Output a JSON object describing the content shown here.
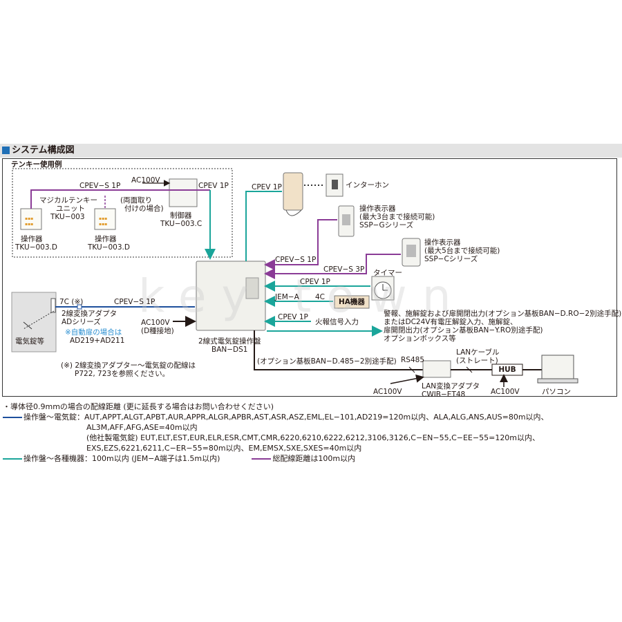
{
  "header": {
    "title": "システム構成図"
  },
  "tenkey_label": "テンキー使用例",
  "labels": {
    "ac100v_top": "AC100V",
    "cpevs1p_top": "CPEV−S 1P",
    "cpev1p_top": "CPEV 1P",
    "magical_tenkey": "マジカルテンキー",
    "unit": "ユニット",
    "tku003": "TKU−003",
    "ryomen": "(両面取り",
    "tsuke": "付けの場合)",
    "seigyoki": "制御器",
    "tku003c": "TKU−003.C",
    "sosaki1": "操作器",
    "tku003d1": "TKU−003.D",
    "sosaki2": "操作器",
    "tku003d2": "TKU−003.D",
    "cpev1p_intercom": "CPEV 1P",
    "intercom": "インターホン",
    "ssp_g_1": "操作表示器",
    "ssp_g_2": "(最大3台まで接続可能)",
    "ssp_g_3": "SSP−Gシリーズ",
    "ssp_c_1": "操作表示器",
    "ssp_c_2": "(最大5台まで接続可能)",
    "ssp_c_3": "SSP−Cシリーズ",
    "cpevs1p_mid": "CPEV−S 1P",
    "cpevs3p": "CPEV−S 3P",
    "timer": "タイマー",
    "cpev1p_timer": "CPEV 1P",
    "jema": "JEM−A",
    "c4": "4C",
    "ha": "HA機器",
    "cpev1p_fire": "CPEV 1P",
    "fire": "火報信号入力",
    "alarm1": "警報、施解錠および扉開閉出力(オプション基板BAN−D.RO−2別途手配)",
    "alarm2": "またはDC24V有電圧解錠入力、施解錠、",
    "alarm3": "扉開閉出力(オプション基板BAN−Y.RO別途手配)",
    "alarm4": "オプションボックス等",
    "c7": "7C (※)",
    "cpevs1p_lock": "CPEV−S 1P",
    "adapter1": "2線変換アダプタ",
    "adapter2": "ADシリーズ",
    "auto_door": "※自動扉の場合は",
    "ad_models": "AD219+AD211",
    "lock": "電気錠等",
    "ac100v_ground": "AC100V",
    "ground": "(D種接地)",
    "panel1": "2線式電気錠操作盤",
    "panel2": "BAN−DS1",
    "option485": "(オプション基板BAN−D.485−2別途手配)",
    "rs485": "RS485",
    "lan_cable1": "LANケーブル",
    "lan_cable2": "(ストレート)",
    "hub": "HUB",
    "lan_adapter1": "LAN変換アダプタ",
    "lan_adapter2": "CWIB−ET48",
    "ac100v_lan": "AC100V",
    "ac100v_hub": "AC100V",
    "pc": "パソコン",
    "note_wiring1": "(※) 2線変換アダプター〜電気錠の配線は",
    "note_wiring2": "P722, 723を参照ください。"
  },
  "notes": {
    "n0": "・導体径0.9mmの場合の配線距離 (更に延長する場合はお問い合わせください)",
    "n1": "操作盤〜電気錠：AUT,APPT,ALGT,APBT,AUR,APPR,ALGR,APBR,AST,ASR,ASZ,EML,EL−101,AD219=120m以内、ALA,ALG,ANS,AUS=80m以内、",
    "n2": "AL3M,AFF,AFG,ASE=40m以内",
    "n3": "(他社製電気錠) EUT,ELT,EST,EUR,ELR,ESR,CMT,CMR,6220,6210,6222,6212,3106,3126,C−EN−55,C−EE−55=120m以内、",
    "n4": "EXS,EZS,6221,6211,C−ER−55=80m以内、EM,EMSX,SXE,SXES=40m以内",
    "n5": "操作盤〜各種機器：100m以内 (JEM−A端子は1.5m以内)",
    "n6": "総配線距離は100m以内"
  },
  "watermark": "key town",
  "colors": {
    "blue_line": "#1d4f9c",
    "teal_line": "#1aa59a",
    "purple_line": "#8a3b96",
    "header_mark": "#1f6fb6"
  }
}
